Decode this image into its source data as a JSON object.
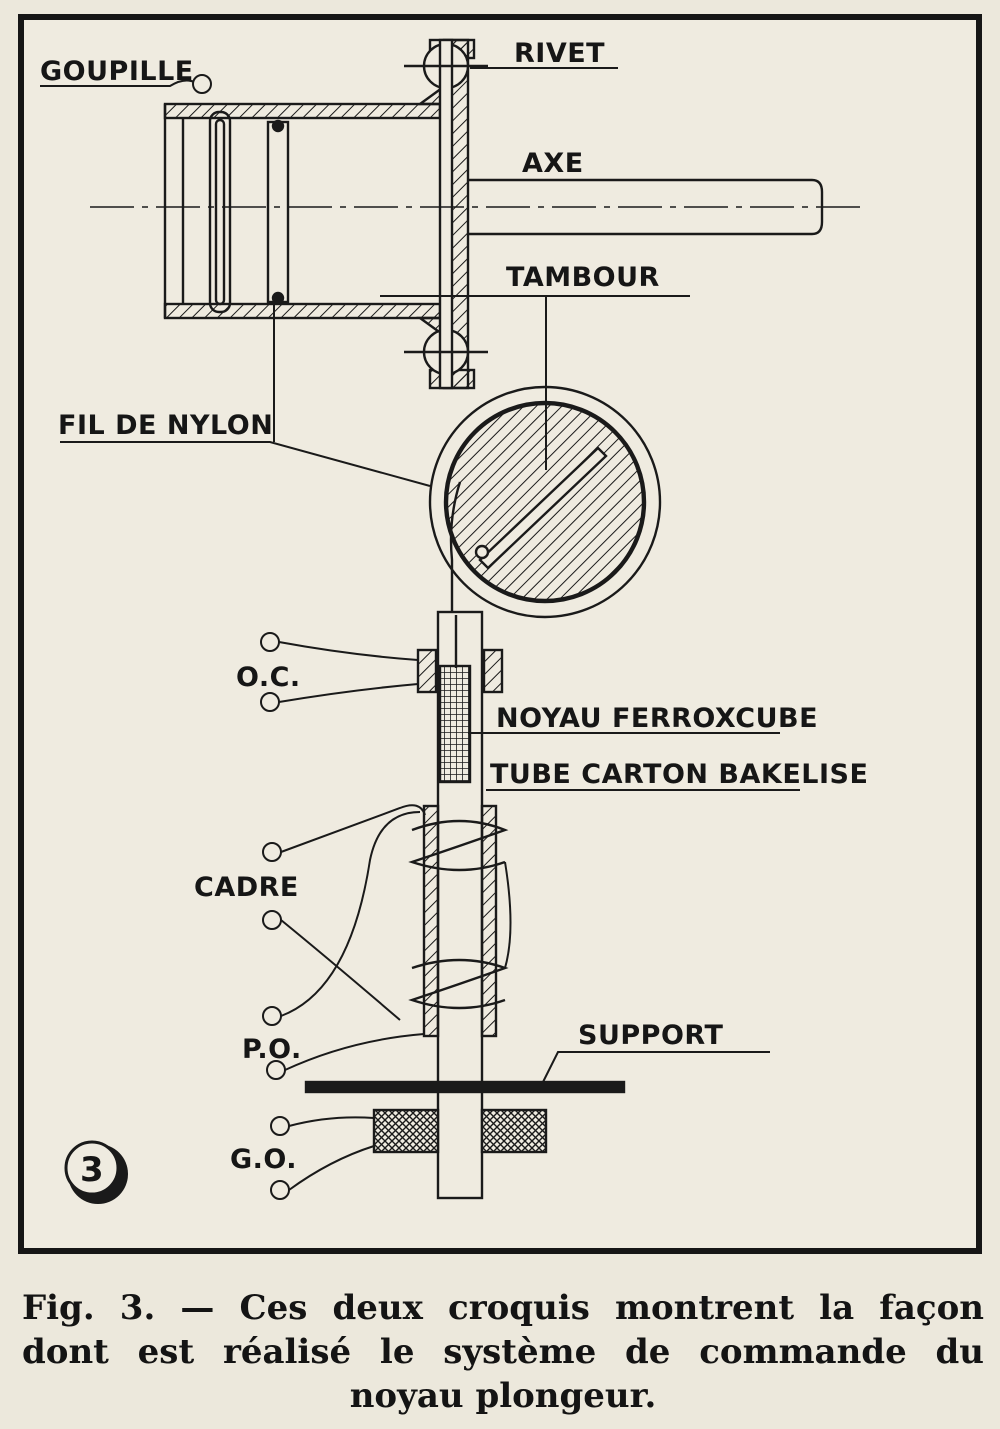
{
  "labels": {
    "goupille": "GOUPILLE",
    "rivet": "RIVET",
    "axe": "AXE",
    "tambour": "TAMBOUR",
    "fil_de_nylon": "FIL DE NYLON",
    "oc": "O.C.",
    "noyau": "NOYAU FERROXCUBE",
    "tube": "TUBE CARTON BAKELISE",
    "cadre": "CADRE",
    "support": "SUPPORT",
    "po": "P.O.",
    "go": "G.O."
  },
  "figure_number": "3",
  "caption": {
    "line1": "Fig. 3. — Ces deux croquis montrent la façon",
    "line2": "dont est réalisé le système de commande du",
    "line3": "noyau plongeur."
  }
}
